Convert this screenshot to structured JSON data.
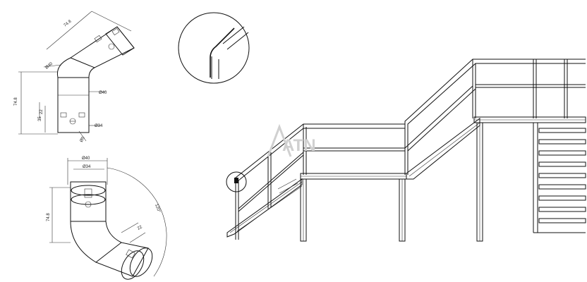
{
  "drawing": {
    "top_fitting_dims": {
      "angled_length": "74.8",
      "angle_dia": "Ø40",
      "height": "74.8",
      "dia_outer": "Ø40",
      "dim_22": "22",
      "dim_35": "35",
      "dia_inner": "Ø34",
      "dia_small": "Ø5"
    },
    "bottom_fitting_dims": {
      "dia_outer": "Ø40",
      "dia_inner": "Ø34",
      "length": "74.8",
      "arc": "120°",
      "dim_22": "22"
    },
    "watermark": "ATN"
  },
  "colors": {
    "line": "#111111",
    "watermark": "#d0d0d0",
    "background": "#ffffff"
  }
}
